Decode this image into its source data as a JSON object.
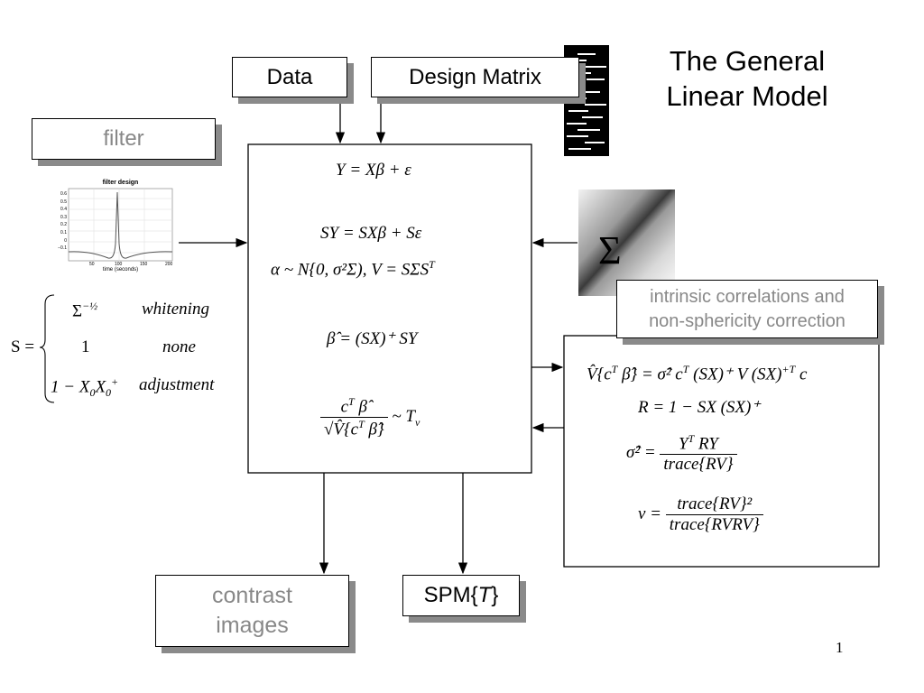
{
  "title": {
    "line1": "The General",
    "line2": "Linear Model"
  },
  "boxes": {
    "data": "Data",
    "design_matrix": "Design Matrix",
    "filter": "filter",
    "intrinsic_line1": "intrinsic correlations and",
    "intrinsic_line2": "non-sphericity correction",
    "contrast_line1": "contrast",
    "contrast_line2": "images",
    "spm_prefix": "SPM{",
    "spm_t": "T",
    "spm_suffix": "}"
  },
  "main_equations": {
    "eq1": "Y = Xβ + ε",
    "eq2": "SY = SXβ + Sε",
    "eq3": "α ~ N{0, σ²Σ),   V = SΣS",
    "eq3_sup": "T",
    "eq4": "β̂ = (SX)⁺ SY",
    "eq5_num": "c",
    "eq5_num_sup": "T",
    "eq5_num_rest": " β̂",
    "eq5_den": "√V̂{c",
    "eq5_den_sup": "T",
    "eq5_den_rest": " β̂}",
    "eq5_rhs": "~ T",
    "eq5_rhs_sub": "v"
  },
  "right_equations": {
    "r1": "V̂{c",
    "r1_sup": "T",
    "r1_rest": " β̂} = σ̂² c",
    "r1_sup2": "T",
    "r1_rest2": " (SX)⁺ V (SX)",
    "r1_sup3": "+T",
    "r1_rest3": " c",
    "r2": "R = 1 − SX (SX)⁺",
    "r3_lhs": "σ̂² =",
    "r3_num": "Y",
    "r3_num_sup": "T",
    "r3_num_rest": " RY",
    "r3_den": "trace{RV}",
    "r4_lhs": "v =",
    "r4_num": "trace{RV}²",
    "r4_den": "trace{RVRV}"
  },
  "s_definition": {
    "lhs": "S =",
    "row1_expr": "Σ",
    "row1_sup": "−½",
    "row1_label": "whitening",
    "row2_expr": "1",
    "row2_label": "none",
    "row3_expr": "1 − X",
    "row3_sub1": "0",
    "row3_mid": "X",
    "row3_sub2": "0",
    "row3_sup2": "+",
    "row3_label": "adjustment"
  },
  "sigma_symbol": "Σ",
  "filter_plot": {
    "title": "filter design",
    "xlabel": "time (seconds)",
    "yticks": [
      "0.6",
      "0.5",
      "0.4",
      "0.3",
      "0.2",
      "0.1",
      "0",
      "−0.1"
    ],
    "xticks": [
      "50",
      "100",
      "150",
      "200"
    ]
  },
  "page_number": "1"
}
